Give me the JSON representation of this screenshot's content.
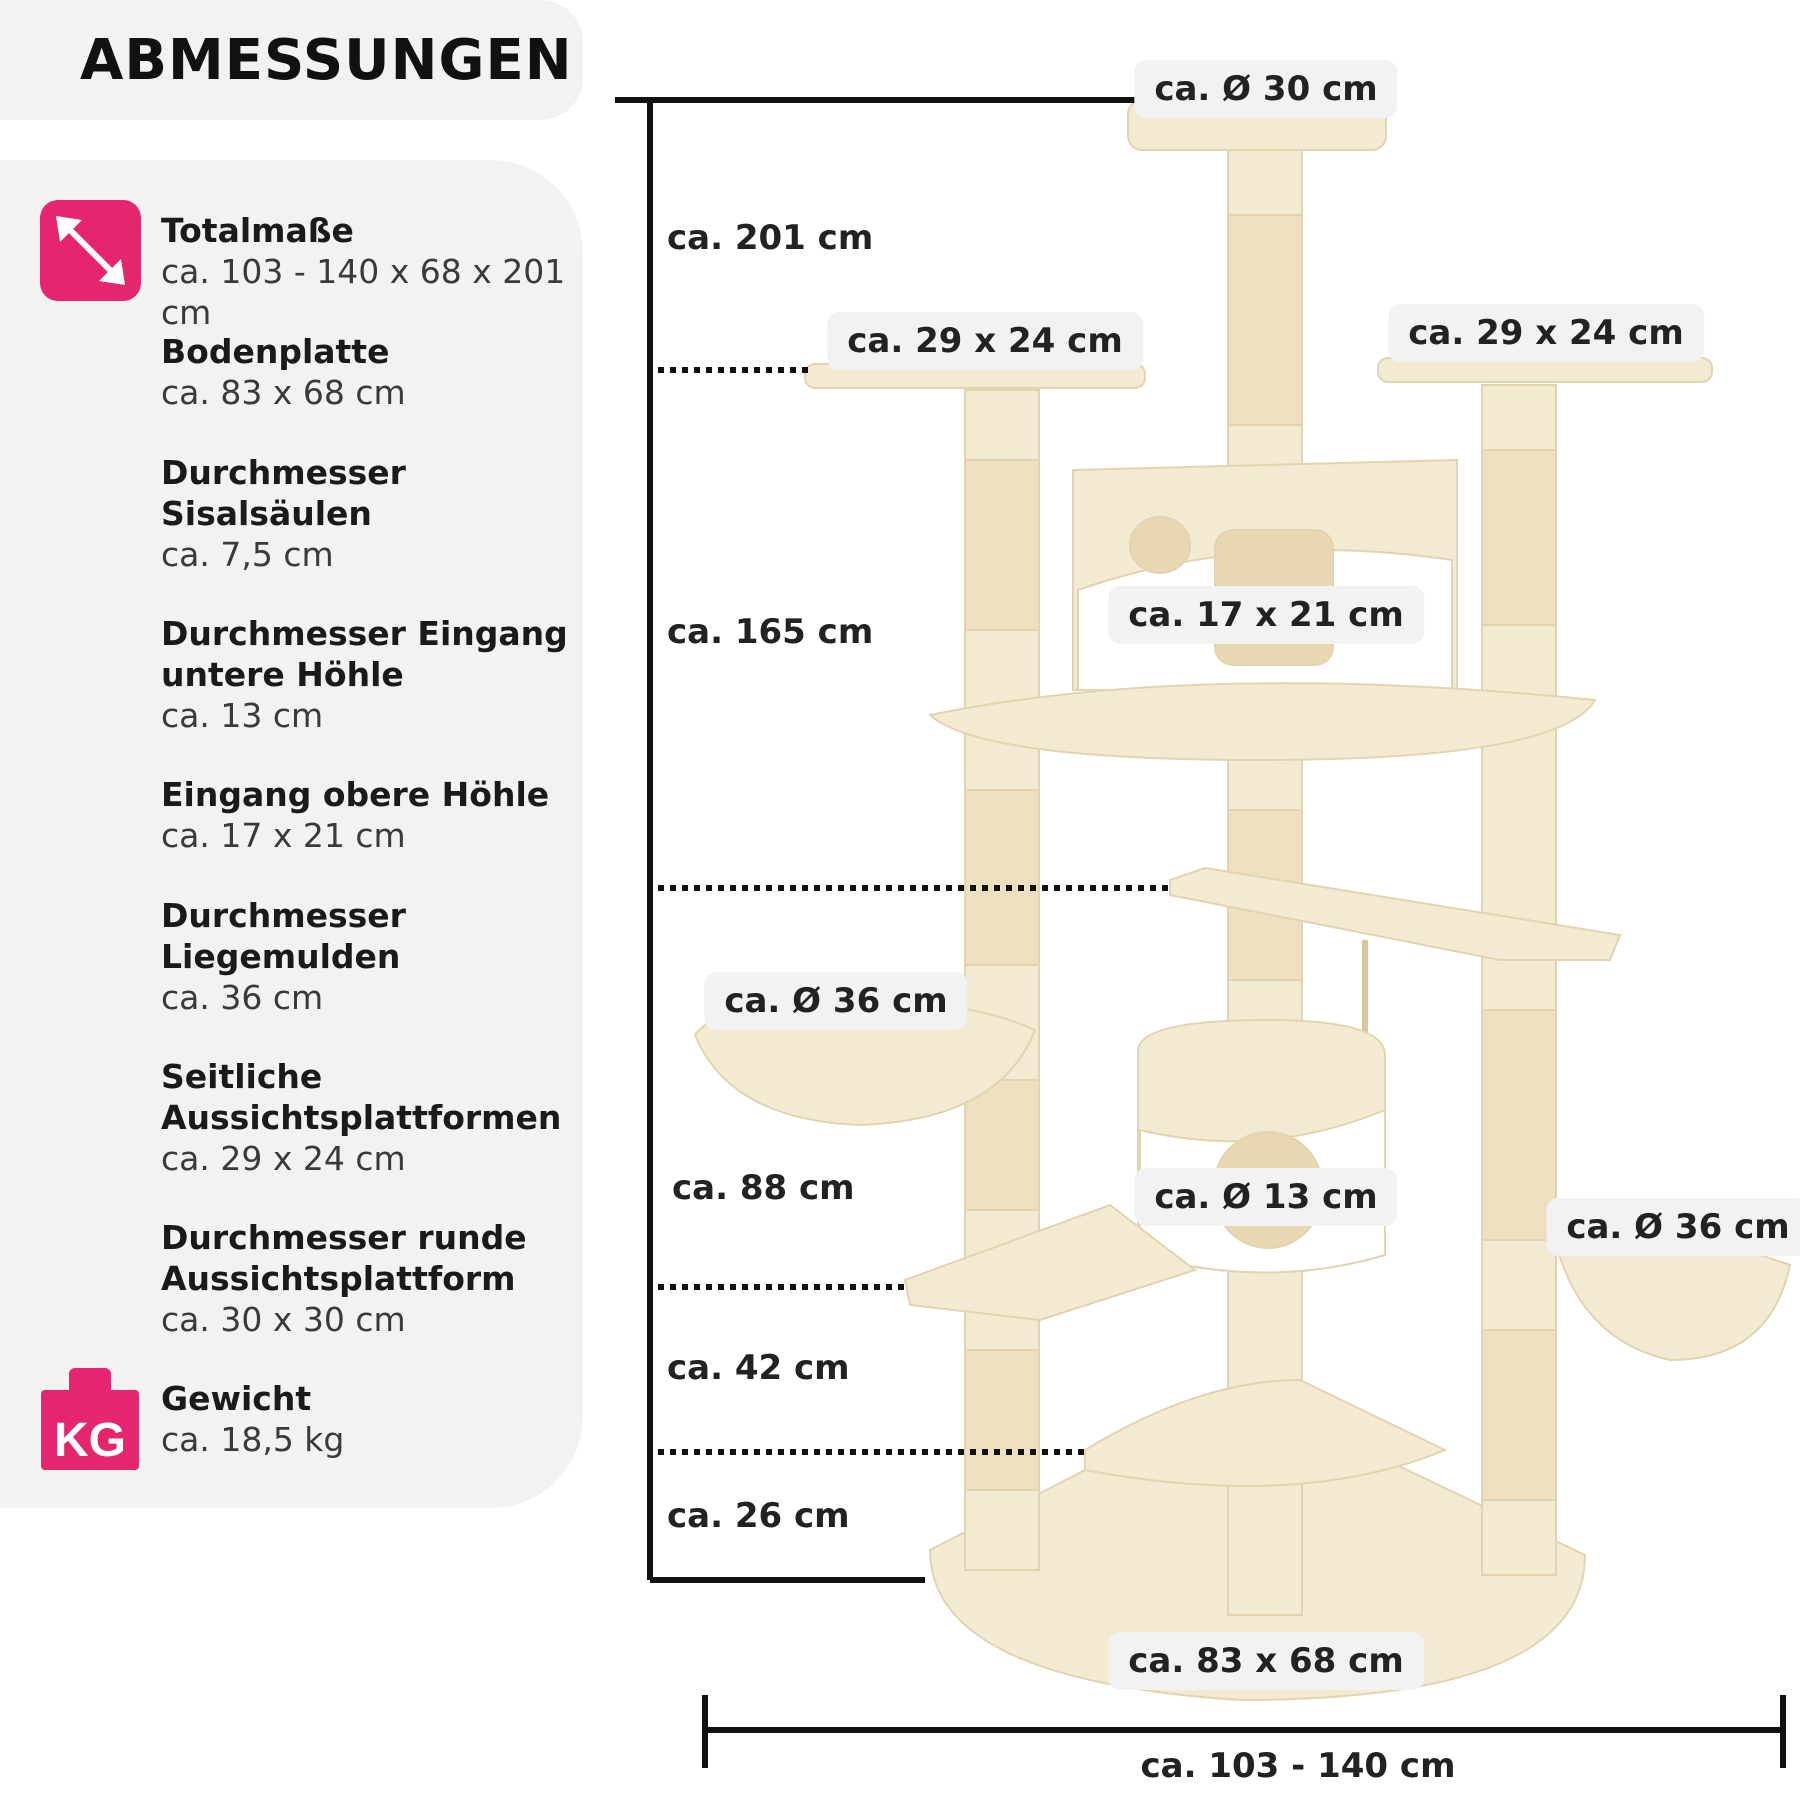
{
  "heading": "ABMESSUNGEN",
  "accent_color": "#e5266e",
  "icons": {
    "total": "diagonal-arrow-icon",
    "weight": "weight-kg-icon",
    "weight_text": "KG"
  },
  "specs": [
    {
      "label": "Totalmaße",
      "value": "ca. 103 - 140 x 68 x 201 cm"
    },
    {
      "label": "Bodenplatte",
      "value": "ca. 83 x 68 cm"
    },
    {
      "label": "Durchmesser Sisalsäulen",
      "value": "ca. 7,5 cm"
    },
    {
      "label": "Durchmesser Eingang untere Höhle",
      "value": "ca. 13 cm"
    },
    {
      "label": "Eingang obere Höhle",
      "value": "ca. 17 x 21 cm"
    },
    {
      "label": "Durchmesser Liegemulden",
      "value": "ca. 36 cm"
    },
    {
      "label": "Seitliche Aussichtsplattformen",
      "value": "ca. 29 x 24 cm"
    },
    {
      "label": "Durchmesser runde Aussichtsplattform",
      "value": "ca. 30 x 30 cm"
    },
    {
      "label": "Gewicht",
      "value": "ca. 18,5 kg"
    }
  ],
  "heights": {
    "total": "ca. 201 cm",
    "side_platforms": "ca. 165 cm",
    "ramp": "ca. 88 cm",
    "low_ramp": "ca. 42 cm",
    "step": "ca. 26 cm"
  },
  "tags": {
    "top_platform": "ca. Ø 30 cm",
    "left_platform": "ca. 29 x 24 cm",
    "right_platform": "ca. 29 x 24 cm",
    "upper_cave": "ca. 17 x 21 cm",
    "left_bed": "ca. Ø 36 cm",
    "lower_cave": "ca. Ø 13 cm",
    "right_bed": "ca. Ø 36 cm",
    "base": "ca. 83 x 68 cm"
  },
  "width_label": "ca. 103 - 140 cm"
}
